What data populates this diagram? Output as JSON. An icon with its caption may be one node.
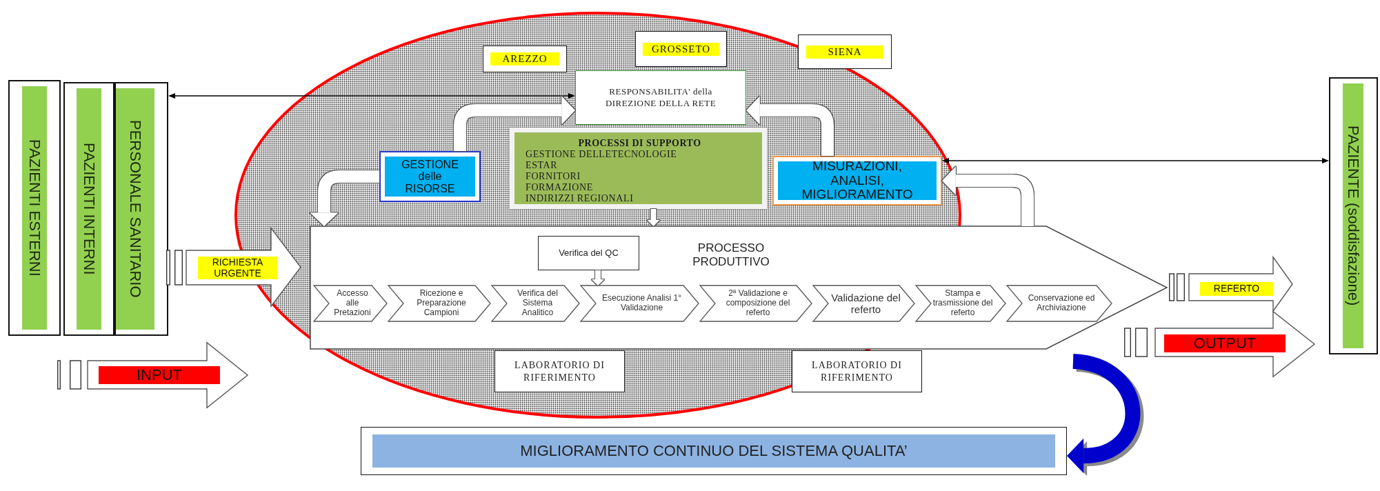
{
  "diagram": {
    "nodes": [
      {
        "text": [
          "PAZIENTI ESTERNI"
        ]
      },
      {
        "text": [
          "PAZIENTI INTERNI"
        ]
      },
      {
        "text": [
          "PERSONALE SANITARIO"
        ]
      },
      {
        "text": [
          "AREZZO"
        ]
      },
      {
        "text": [
          "GROSSETO"
        ]
      },
      {
        "text": [
          "SIENA"
        ]
      },
      {
        "text": [
          "RESPONSABILITA' della DIREZIONE DELLA RETE"
        ]
      },
      {
        "text": [
          "PROCESSI DI SUPPORTO",
          "GESTIONE DELLETECNOLOGIE",
          "ESTAR",
          "FORNITORI",
          "FORMAZIONE",
          "INDIRIZZI REGIONALI"
        ]
      },
      {
        "text": [
          "GESTIONE delle RISORSE"
        ]
      },
      {
        "text": [
          "MISURAZIONI, ANALISI, MIGLIORAMENTO"
        ]
      },
      {
        "text": [
          "PROCESSO PRODUTTIVO"
        ]
      },
      {
        "text": [
          "Verifica del QC"
        ],
        "in": 10
      },
      {
        "text": [
          "Accesso alle Pretazioni"
        ],
        "in": 10
      },
      {
        "text": [
          "Ricezione e Preparazione Campioni"
        ],
        "in": 10
      },
      {
        "text": [
          "Verifica del Sistema Analitico"
        ],
        "in": 10
      },
      {
        "text": [
          "Esecuzione Analisi 1° Validazione"
        ],
        "in": 10
      },
      {
        "text": [
          "2ª Validazione e composizione del referto"
        ],
        "in": 10
      },
      {
        "text": [
          "Validazione del referto"
        ],
        "in": 10
      },
      {
        "text": [
          "Stampa e trasmissione del referto"
        ],
        "in": 10
      },
      {
        "text": [
          "Conservazione ed Archiviazione"
        ],
        "in": 10
      },
      {
        "text": [
          "RICHIESTA URGENTE"
        ]
      },
      {
        "text": [
          "REFERTO"
        ]
      },
      {
        "text": [
          "OUTPUT"
        ]
      },
      {
        "text": [
          "LABORATORIO DI RIFERIMENTO"
        ]
      },
      {
        "text": [
          "LABORATORIO DI RIFERIMENTO"
        ]
      },
      {
        "text": [
          "INPUT"
        ]
      },
      {
        "text": [
          "MIGLIORAMENTO CONTINUO DEL SISTEMA QUALITA’"
        ]
      },
      {
        "text": [
          "PAZIENTE (soddisfazione)"
        ]
      }
    ],
    "edges": [
      {
        "from": 6,
        "to": 2,
        "arrow": "both",
        "color": "#000000"
      },
      {
        "from": 9,
        "to": 27,
        "arrow": "both",
        "color": "#000000"
      },
      {
        "from": 8,
        "to": 6,
        "arrow": "to"
      },
      {
        "from": 9,
        "to": 6,
        "arrow": "to"
      },
      {
        "from": 10,
        "to": 9,
        "arrow": "to"
      },
      {
        "from": 8,
        "to": 10,
        "arrow": "to"
      },
      {
        "from": 7,
        "to": 10,
        "arrow": "to"
      },
      {
        "from": 11,
        "to": 15,
        "arrow": "to"
      },
      {
        "from": null,
        "to": 26,
        "arrow": "to",
        "color": "#0000cc"
      }
    ]
  }
}
